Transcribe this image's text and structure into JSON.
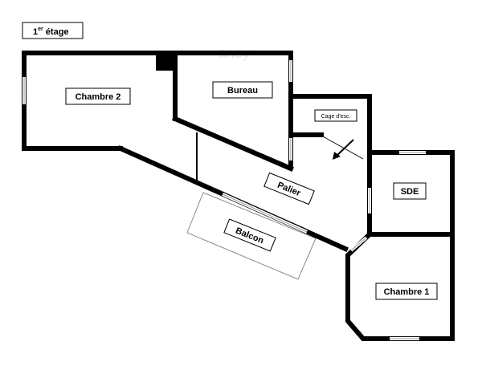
{
  "floor": {
    "label": "1",
    "label_sup": "er",
    "label_rest": " étage"
  },
  "rooms": {
    "chambre2": "Chambre 2",
    "bureau": "Bureau",
    "cage": "Cage d'esc.",
    "palier": "Palier",
    "sde": "SDE",
    "balcon": "Balcon",
    "chambre1": "Chambre 1"
  },
  "watermark": "aney",
  "icons": {
    "stair_arrow": "arrow-down-left-icon"
  }
}
